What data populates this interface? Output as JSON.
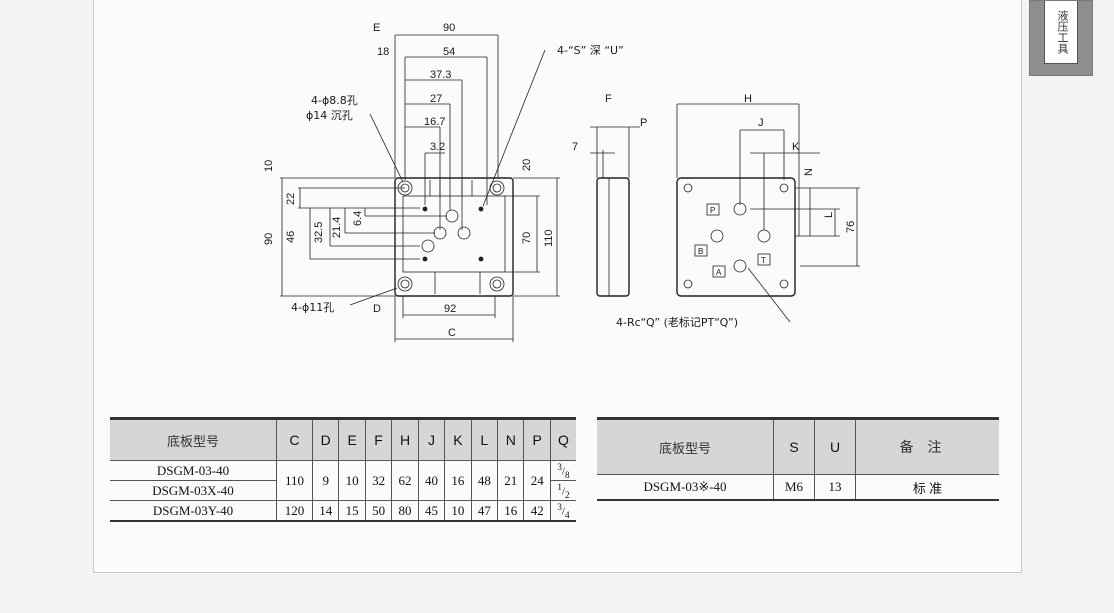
{
  "side_tab": {
    "text": "液压工具"
  },
  "drawing": {
    "front_view": {
      "dims": {
        "E": "E",
        "d90_top": "90",
        "d18": "18",
        "d54": "54",
        "d37_3": "37.3",
        "d27": "27",
        "d16_7": "16.7",
        "d3_2": "3.2",
        "d10": "10",
        "d22": "22",
        "d6_4": "6.4",
        "d21_4": "21.4",
        "d32_5": "32.5",
        "d46": "46",
        "d90_left": "90",
        "d20": "20",
        "d70": "70",
        "d110": "110",
        "D": "D",
        "d92": "92",
        "C": "C"
      },
      "hole_note_1": "4-ϕ8.8孔",
      "hole_note_2": "ϕ14 沉孔",
      "hole_note_3": "4-ϕ11孔",
      "thread_note": "4-“S” 深 “U”"
    },
    "side_view": {
      "F": "F",
      "P": "P",
      "d7": "7"
    },
    "port_view": {
      "H": "H",
      "J": "J",
      "K": "K",
      "N": "N",
      "L": "L",
      "d76": "76",
      "port_P": "P",
      "port_B": "B",
      "port_A": "A",
      "port_T": "T",
      "port_note": "4-Rc“Q” (老标记PT“Q”)"
    }
  },
  "table1": {
    "headers": [
      "底板型号",
      "C",
      "D",
      "E",
      "F",
      "H",
      "J",
      "K",
      "L",
      "N",
      "P",
      "Q"
    ],
    "rows": [
      {
        "model": "DSGM-03-40",
        "model2": "DSGM-03X-40",
        "C": "110",
        "D": "9",
        "E": "10",
        "F": "32",
        "H": "62",
        "J": "40",
        "K": "16",
        "L": "48",
        "N": "21",
        "P": "24",
        "Q_num": "3",
        "Q_den": "8",
        "Q2_num": "1",
        "Q2_den": "2"
      },
      {
        "model": "DSGM-03Y-40",
        "C": "120",
        "D": "14",
        "E": "15",
        "F": "50",
        "H": "80",
        "J": "45",
        "K": "10",
        "L": "47",
        "N": "16",
        "P": "42",
        "Q_num": "3",
        "Q_den": "4"
      }
    ]
  },
  "table2": {
    "headers": [
      "底板型号",
      "S",
      "U",
      "备注"
    ],
    "rows": [
      {
        "model": "DSGM-03※-40",
        "S": "M6",
        "U": "13",
        "note": "标 准"
      }
    ]
  }
}
